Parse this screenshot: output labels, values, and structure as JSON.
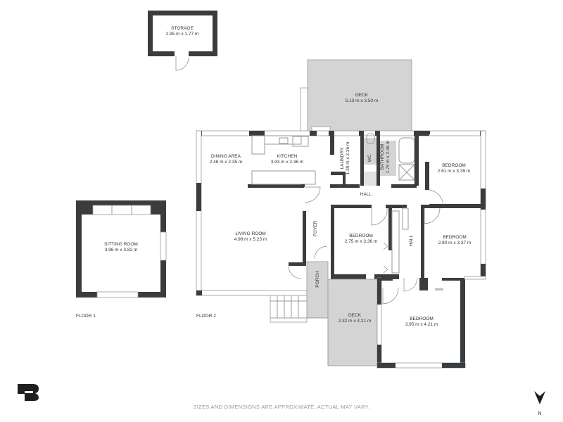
{
  "floors": [
    {
      "label": "FLOOR 1"
    },
    {
      "label": "FLOOR 2"
    }
  ],
  "rooms": {
    "storage": {
      "name": "STORAGE",
      "size": "2.95 m x 1.77 m"
    },
    "sitting_room": {
      "name": "SITTING ROOM",
      "size": "3.96 m x 3.82 m"
    },
    "deck_top": {
      "name": "DECK",
      "size": "5.13 m x 3.50 m"
    },
    "dining": {
      "name": "DINING AREA",
      "size": "2.48 m x 2.35 m"
    },
    "kitchen": {
      "name": "KITCHEN",
      "size": "3.93 m x 2.36 m"
    },
    "laundry": {
      "name": "LAUNDRY",
      "size": "1.30 m x 2.36 m"
    },
    "wc": {
      "name": "WC"
    },
    "bathroom": {
      "name": "BATHROOM",
      "size": "1.79 m x 2.36 m"
    },
    "bedroom_ne": {
      "name": "BEDROOM",
      "size": "2.61 m x 3.39 m"
    },
    "hall_top": {
      "name": "HALL"
    },
    "living": {
      "name": "LIVING ROOM",
      "size": "4.98 m x 5.23 m"
    },
    "foyer": {
      "name": "FOYER"
    },
    "bedroom_mid": {
      "name": "BEDROOM",
      "size": "2.75 m x 3.36 m"
    },
    "hall_side": {
      "name": "HALL"
    },
    "bedroom_e": {
      "name": "BEDROOM",
      "size": "2.80 m x 3.37 m"
    },
    "porch": {
      "name": "PORCH"
    },
    "deck_bottom": {
      "name": "DECK",
      "size": "2.32 m x 4.21 m"
    },
    "bedroom_s": {
      "name": "BEDROOM",
      "size": "3.95 m x 4.21 m"
    }
  },
  "compass": {
    "label": "N"
  },
  "footer": "SIZES AND DIMENSIONS ARE APPROXIMATE, ACTUAL MAY VARY.",
  "colors": {
    "wall": "#3a3d3f",
    "deck": "#d4d4d4",
    "text": "#333333"
  }
}
